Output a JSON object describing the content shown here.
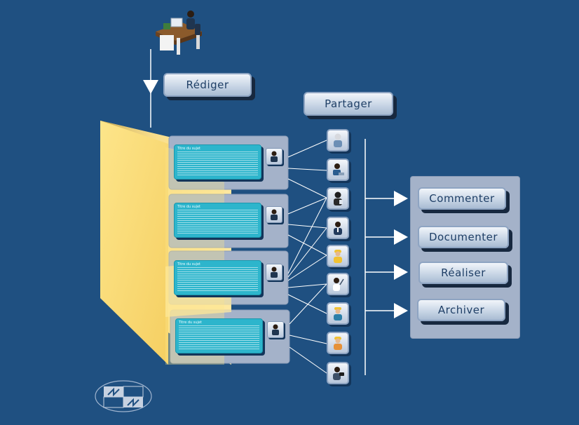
{
  "steps": {
    "write": "Rédiger",
    "share": "Partager"
  },
  "documents": [
    {
      "title": "Titre du sujet"
    },
    {
      "title": "Titre du sujet"
    },
    {
      "title": "Titre du sujet"
    },
    {
      "title": "Titre du sujet"
    }
  ],
  "actions": [
    {
      "label": "Commenter"
    },
    {
      "label": "Documenter"
    },
    {
      "label": "Réaliser"
    },
    {
      "label": "Archiver"
    }
  ],
  "participants": [
    {
      "role": "elderly-person",
      "color": "#d7d9de"
    },
    {
      "role": "person-at-laptop",
      "color": "#2b5d8f"
    },
    {
      "role": "woman-with-tablet",
      "color": "#2a2a2a"
    },
    {
      "role": "businessman",
      "color": "#223a5c"
    },
    {
      "role": "worker-with-helmet",
      "color": "#f1c232"
    },
    {
      "role": "woman-presenting",
      "color": "#ffffff"
    },
    {
      "role": "technician",
      "color": "#2d7fa8"
    },
    {
      "role": "construction-worker",
      "color": "#e69138"
    },
    {
      "role": "person-with-camera",
      "color": "#3d4f66"
    }
  ],
  "colors": {
    "background": "#1f5081",
    "folder": "#fde58a",
    "card": "#2db5cc",
    "panel": "#a4b2c9",
    "pill_text": "#1f3f66"
  }
}
